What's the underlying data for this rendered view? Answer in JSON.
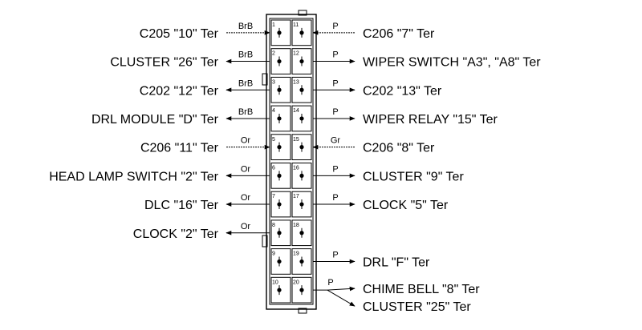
{
  "connector": {
    "left_pins": [
      "1",
      "2",
      "3",
      "4",
      "5",
      "6",
      "7",
      "8",
      "9",
      "10"
    ],
    "right_pins": [
      "11",
      "12",
      "13",
      "14",
      "15",
      "16",
      "17",
      "18",
      "19",
      "20"
    ]
  },
  "left_wires": [
    {
      "pin": "1",
      "label": "C205 \"10\" Ter",
      "color": "BrB",
      "dir": "in"
    },
    {
      "pin": "2",
      "label": "CLUSTER \"26\" Ter",
      "color": "BrB",
      "dir": "out"
    },
    {
      "pin": "3",
      "label": "C202 \"12\" Ter",
      "color": "BrB",
      "dir": "out"
    },
    {
      "pin": "4",
      "label": "DRL MODULE \"D\" Ter",
      "color": "BrB",
      "dir": "out"
    },
    {
      "pin": "5",
      "label": "C206 \"11\" Ter",
      "color": "Or",
      "dir": "in"
    },
    {
      "pin": "6",
      "label": "HEAD LAMP SWITCH \"2\" Ter",
      "color": "Or",
      "dir": "out"
    },
    {
      "pin": "7",
      "label": "DLC \"16\" Ter",
      "color": "Or",
      "dir": "out"
    },
    {
      "pin": "8",
      "label": "CLOCK \"2\" Ter",
      "color": "Or",
      "dir": "out"
    }
  ],
  "right_wires": [
    {
      "pin": "11",
      "label": "C206 \"7\" Ter",
      "color": "P",
      "dir": "in"
    },
    {
      "pin": "12",
      "label": "WIPER SWITCH \"A3\", \"A8\" Ter",
      "color": "P",
      "dir": "out"
    },
    {
      "pin": "13",
      "label": "C202 \"13\" Ter",
      "color": "P",
      "dir": "out"
    },
    {
      "pin": "14",
      "label": "WIPER RELAY \"15\" Ter",
      "color": "P",
      "dir": "out"
    },
    {
      "pin": "15",
      "label": "C206 \"8\" Ter",
      "color": "Gr",
      "dir": "in"
    },
    {
      "pin": "16",
      "label": "CLUSTER \"9\" Ter",
      "color": "P",
      "dir": "out"
    },
    {
      "pin": "17",
      "label": "CLOCK \"5\" Ter",
      "color": "P",
      "dir": "out"
    },
    {
      "pin": "19",
      "label": "DRL \"F\" Ter",
      "color": "P",
      "dir": "out"
    }
  ],
  "pin20_wire": {
    "pin": "20",
    "color": "P",
    "branches": [
      {
        "label": "CHIME BELL \"8\" Ter"
      },
      {
        "label": "CLUSTER \"25\" Ter"
      }
    ]
  }
}
